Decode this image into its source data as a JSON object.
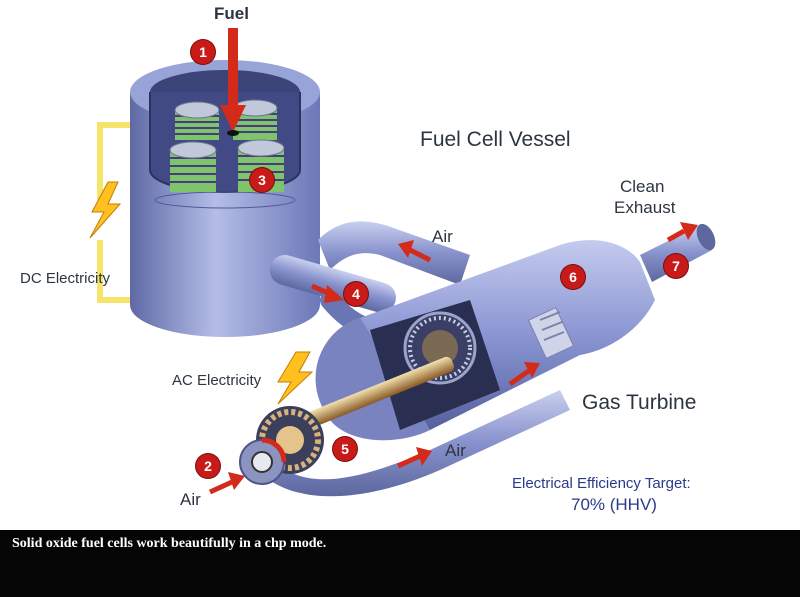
{
  "labels": {
    "fuel": "Fuel",
    "vessel": "Fuel Cell Vessel",
    "clean": "Clean",
    "exhaust": "Exhaust",
    "air_top": "Air",
    "dc": "DC Electricity",
    "ac": "AC Electricity",
    "turbine": "Gas Turbine",
    "air_mid": "Air",
    "air_bottom": "Air",
    "eff_title": "Electrical Efficiency Target:",
    "eff_value": "70% (HHV)"
  },
  "steps": [
    "1",
    "2",
    "3",
    "4",
    "5",
    "6",
    "7"
  ],
  "caption": "Solid oxide fuel cells work beautifully in a chp mode.",
  "colors": {
    "step_red": "#c91a1a",
    "arrow_red": "#d42a1a",
    "vessel_blue": "#7f8cc9",
    "wire_yellow": "#f5e36a",
    "bolt_yellow": "#ffc020",
    "stack_green": "#7dc46a"
  }
}
